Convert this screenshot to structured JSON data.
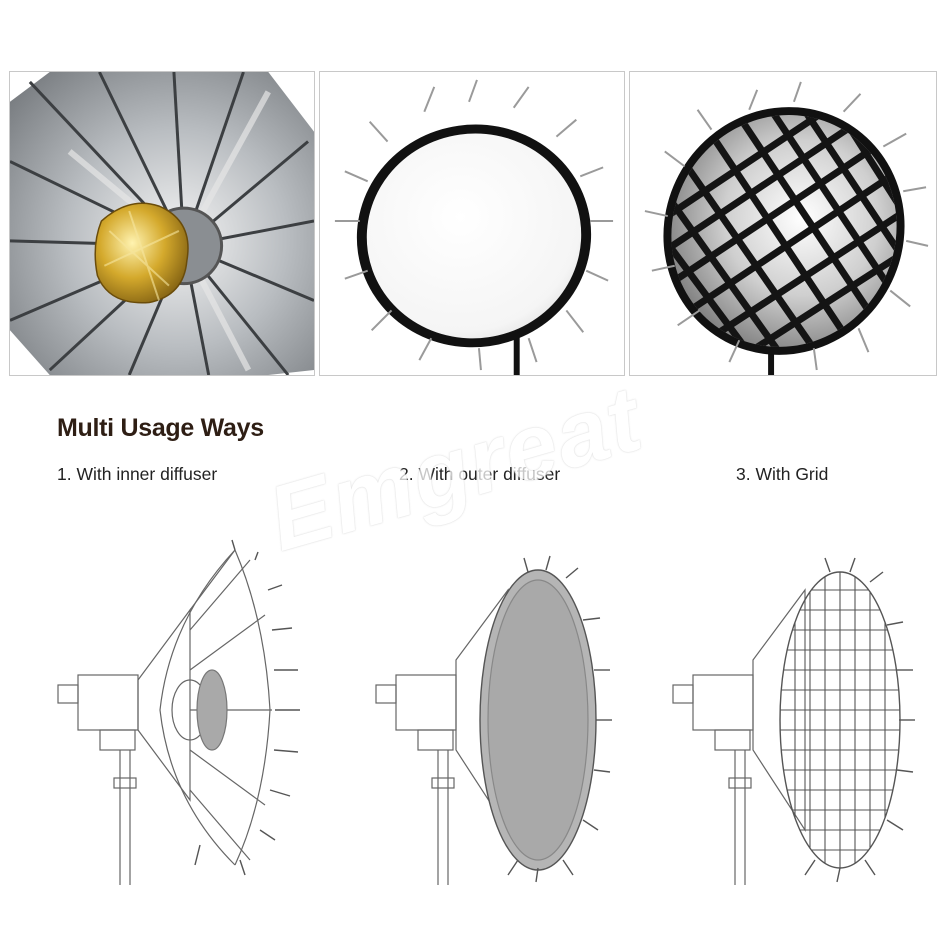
{
  "section_title": "Multi Usage Ways",
  "usages": [
    {
      "label": "1. With inner diffuser"
    },
    {
      "label": "2. With outer diffuser"
    },
    {
      "label": "3. With Grid"
    }
  ],
  "watermark": "Emgreat",
  "colors": {
    "title_color": "#2e1e14",
    "inner_diffuser_gold": "#c9a227",
    "silver_interior": "#b8bcc0",
    "diffuser_gray": "#a9a9a9"
  }
}
